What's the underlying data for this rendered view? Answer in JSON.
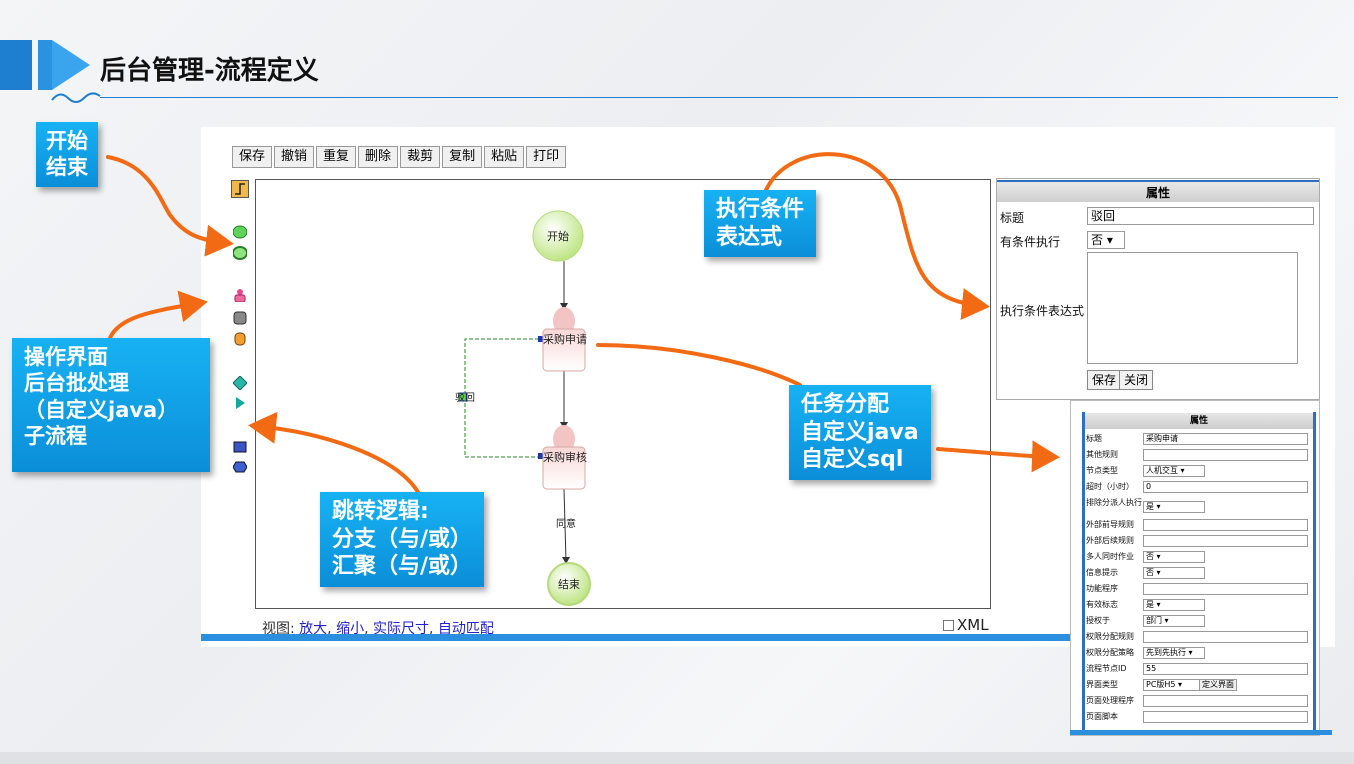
{
  "header": {
    "title": "后台管理-流程定义"
  },
  "toolbar": {
    "buttons": [
      "保存",
      "撤销",
      "重复",
      "删除",
      "裁剪",
      "复制",
      "粘贴",
      "打印"
    ]
  },
  "canvas": {
    "start_node": "开始",
    "task1": "采购申请",
    "task2": "采购审核",
    "reject_label": "驳回",
    "approve_label": "同意",
    "end_node": "结束"
  },
  "viewbar": {
    "prefix": "视图: ",
    "zoom_in": "放大",
    "zoom_out": "缩小",
    "actual_size": "实际尺寸",
    "auto_fit": "自动匹配",
    "xml": "XML"
  },
  "prop1": {
    "head": "属性",
    "title_label": "标题",
    "title_value": "驳回",
    "cond_label": "有条件执行",
    "cond_value": "否",
    "expr_label": "执行条件表达式",
    "save": "保存",
    "close": "关闭"
  },
  "prop2": {
    "head": "属性",
    "rows": [
      {
        "label": "标题",
        "value": "采购申请"
      },
      {
        "label": "其他规则",
        "value": ""
      },
      {
        "label": "节点类型",
        "value": "人机交互 ▾"
      },
      {
        "label": "超时（小时）",
        "value": "0"
      },
      {
        "label": "排除分派人执行",
        "value": "是 ▾"
      },
      {
        "label": "外部前导规则",
        "value": ""
      },
      {
        "label": "外部后续规则",
        "value": ""
      },
      {
        "label": "多人同时作业",
        "value": "否 ▾"
      },
      {
        "label": "信息提示",
        "value": "否 ▾"
      },
      {
        "label": "功能程序",
        "value": ""
      },
      {
        "label": "有效标志",
        "value": "是 ▾"
      },
      {
        "label": "授权于",
        "value": "部门 ▾"
      },
      {
        "label": "权限分配规则",
        "value": ""
      },
      {
        "label": "权限分配策略",
        "value": "先到先执行 ▾"
      },
      {
        "label": "流程节点ID",
        "value": "55"
      },
      {
        "label": "界面类型",
        "value": "PC版H5 ▾"
      },
      {
        "label": "页面处理程序",
        "value": ""
      },
      {
        "label": "页面脚本",
        "value": ""
      }
    ],
    "define_ui": "定义界面"
  },
  "callouts": {
    "start_end": [
      "开始",
      "结束"
    ],
    "ops": [
      "操作界面",
      "后台批处理",
      "（自定义java）",
      "子流程"
    ],
    "condition": [
      "执行条件",
      "表达式"
    ],
    "task_assign": [
      "任务分配",
      "自定义java",
      "自定义sql"
    ],
    "jump": [
      "跳转逻辑:",
      "分支（与/或）",
      "汇聚（与/或）"
    ]
  },
  "colors": {
    "accent": "#1e7fd0",
    "callout": "#12a4ea",
    "arrow": "#f26a13"
  }
}
